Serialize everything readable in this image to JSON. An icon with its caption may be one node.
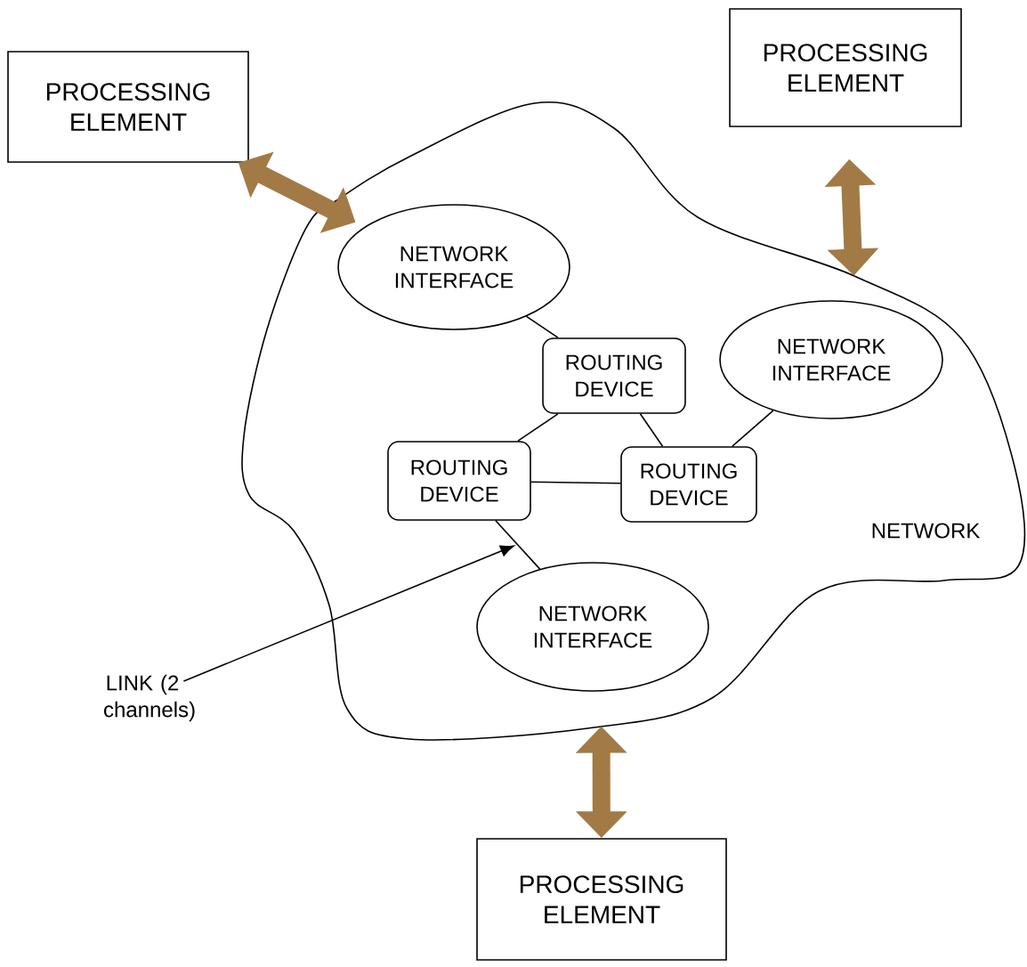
{
  "diagram": {
    "nodes": [
      {
        "text": [
          "PROCESSING ELEMENT"
        ]
      },
      {
        "text": [
          "PROCESSING ELEMENT"
        ]
      },
      {
        "text": [
          "NETWORK"
        ]
      },
      {
        "text": [
          "NETWORK INTERFACE"
        ],
        "in": 2
      },
      {
        "text": [
          "ROUTING DEVICE"
        ],
        "in": 2
      },
      {
        "text": [
          "NETWORK INTERFACE"
        ],
        "in": 2
      },
      {
        "text": [
          "ROUTING DEVICE"
        ],
        "in": 2
      },
      {
        "text": [
          "ROUTING DEVICE"
        ],
        "in": 2
      },
      {
        "text": [
          "NETWORK INTERFACE"
        ],
        "in": 2
      },
      {
        "text": [
          "LINK (2 channels)"
        ]
      },
      {
        "text": [
          "PROCESSING ELEMENT"
        ]
      }
    ],
    "edges": [
      {
        "from": 0,
        "to": 2,
        "arrow": "both",
        "style": "thick",
        "color": "#a27a45"
      },
      {
        "from": 1,
        "to": 2,
        "arrow": "both",
        "style": "thick",
        "color": "#a27a45"
      },
      {
        "from": 10,
        "to": 2,
        "arrow": "both",
        "style": "thick",
        "color": "#a27a45"
      },
      {
        "from": 3,
        "to": 4,
        "arrow": "none"
      },
      {
        "from": 4,
        "to": 6,
        "arrow": "none"
      },
      {
        "from": 4,
        "to": 7,
        "arrow": "none"
      },
      {
        "from": 6,
        "to": 7,
        "arrow": "none"
      },
      {
        "from": 5,
        "to": 7,
        "arrow": "none"
      },
      {
        "from": 6,
        "to": 8,
        "arrow": "none"
      },
      {
        "from": 9,
        "to": null,
        "arrow": "to"
      }
    ]
  }
}
